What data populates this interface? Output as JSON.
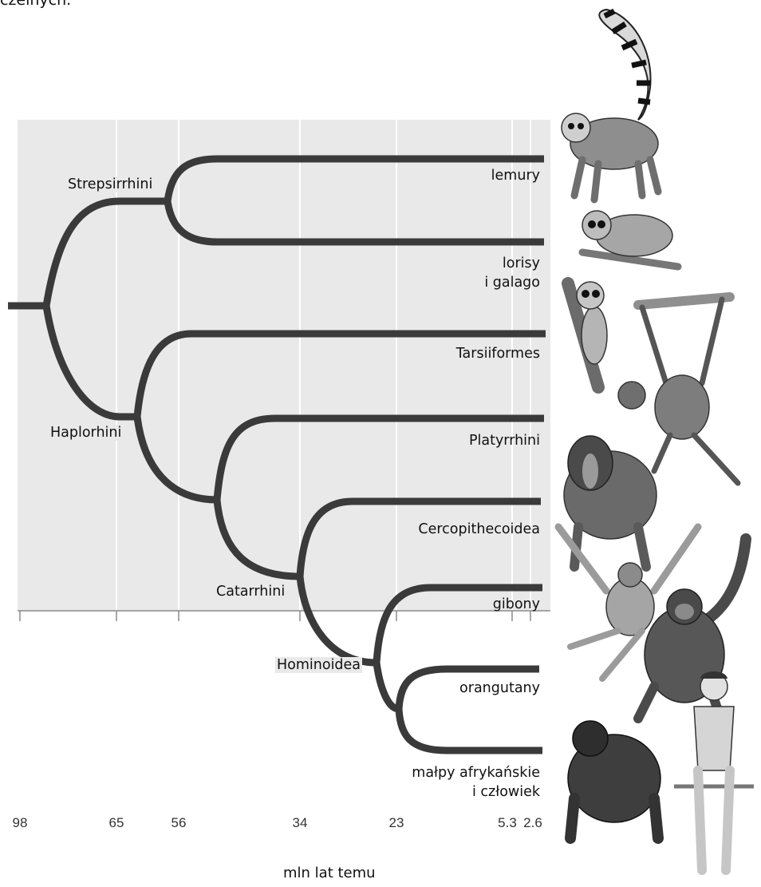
{
  "top_text": "czelnych.",
  "clades": {
    "strepsirrhini": "Strepsirrhini",
    "haplorhini": "Haplorhini",
    "catarrhini": "Catarrhini",
    "hominoidea": "Hominoidea"
  },
  "leaves": {
    "lemury": "lemury",
    "lorisy_line1": "lorisy",
    "lorisy_line2": "i galago",
    "tarsiiformes": "Tarsiiformes",
    "platyrrhini": "Platyrrhini",
    "cercopithecoidea": "Cercopithecoidea",
    "gibony": "gibony",
    "orangutany": "orangutany",
    "afr_line1": "małpy afrykańskie",
    "afr_line2": "i człowiek"
  },
  "axis": {
    "ticks": [
      "98",
      "65",
      "56",
      "34",
      "23",
      "5.3",
      "2.6"
    ],
    "title": "mln lat temu"
  },
  "illustrations": [
    "lemur",
    "loris",
    "tarsier",
    "spider-monkey",
    "mandrill",
    "gibbon",
    "orangutan",
    "gorilla",
    "human"
  ],
  "colors": {
    "panel": "#e9e9e9",
    "branch": "#3a3a3a",
    "gridline": "#ffffff"
  }
}
